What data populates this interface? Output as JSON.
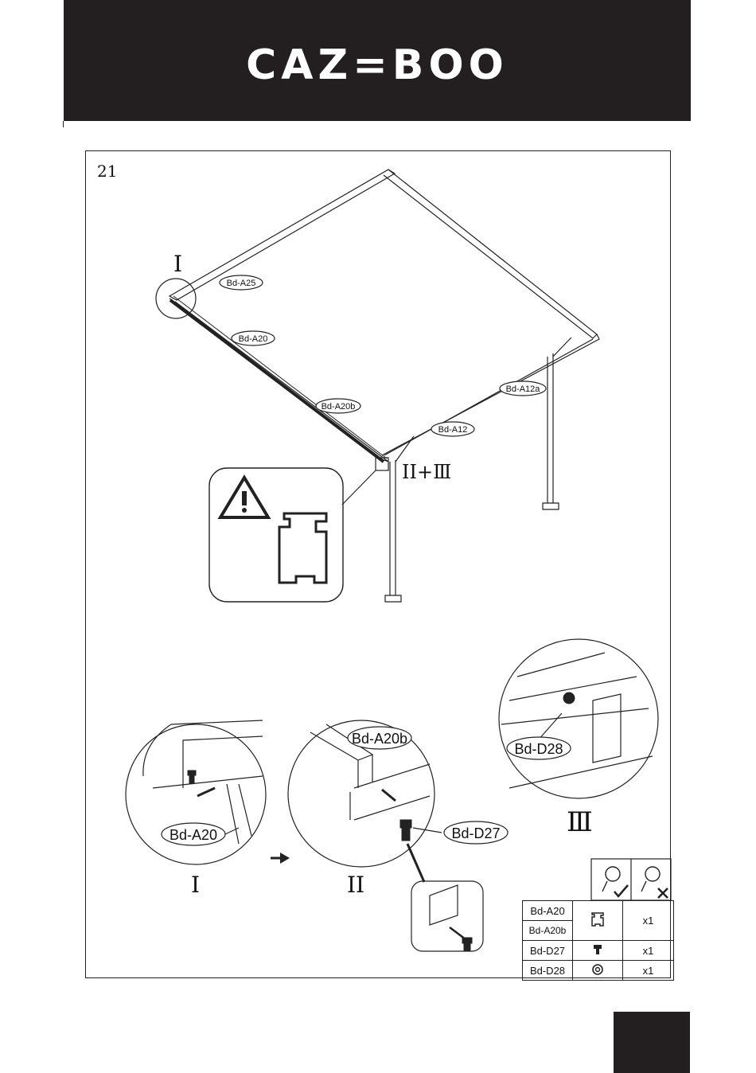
{
  "brand": {
    "logo_text": "CAZ=BOO"
  },
  "step": {
    "number": "21"
  },
  "labels": {
    "bd_a25": "Bd-A25",
    "bd_a20": "Bd-A20",
    "bd_a20b": "Bd-A20b",
    "bd_a12a": "Bd-A12a",
    "bd_a12": "Bd-A12",
    "bd_d28": "Bd-D28",
    "bd_a20_detail": "Bd-A20",
    "bd_a20b_detail": "Bd-A20b",
    "bd_d27": "Bd-D27"
  },
  "callouts": {
    "i_top": "I",
    "ii_iii": "II+Ⅲ",
    "i_detail": "I",
    "ii_detail": "II",
    "iii_detail": "Ⅲ"
  },
  "parts_table": {
    "rows": [
      {
        "code": "Bd-A20",
        "qty": "x1"
      },
      {
        "code": "Bd-A20b",
        "qty": ""
      },
      {
        "code": "Bd-D27",
        "qty": "x1"
      },
      {
        "code": "Bd-D28",
        "qty": "x1"
      }
    ]
  },
  "icons": [
    "warning-icon",
    "profile-section-icon",
    "arrow-right-icon",
    "tool-ok-icon",
    "tool-no-icon",
    "bolt-icon",
    "nut-icon"
  ],
  "colors": {
    "header_bg": "#231f20",
    "logo_fg": "#ffffff",
    "line": "#222222"
  }
}
